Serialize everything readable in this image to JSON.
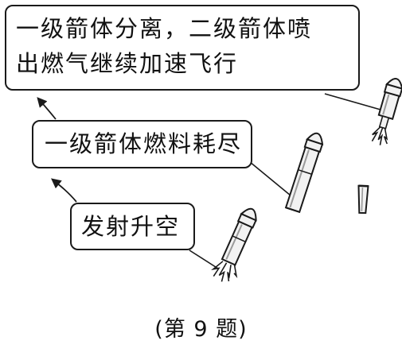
{
  "stages": {
    "separation": {
      "line1": "一级箭体分离，二级箭体喷",
      "line2": "出燃气继续加速飞行"
    },
    "burnout": {
      "label": "一级箭体燃料耗尽"
    },
    "liftoff": {
      "label": "发射升空"
    }
  },
  "caption": "(第 9 题)",
  "colors": {
    "ink": "#1a1a1a",
    "rocket_fill": "#f2f2f2",
    "shade": "#9a9a9a"
  },
  "icons": [
    "rocket-icon",
    "arrow-icon",
    "spent-stage-icon",
    "exhaust-flame-icon"
  ]
}
